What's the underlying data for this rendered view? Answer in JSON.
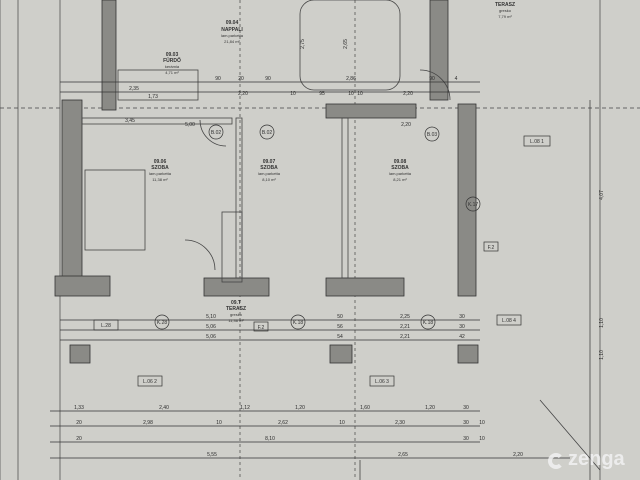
{
  "rooms": [
    {
      "id": "09.04",
      "name": "NAPPALI",
      "floor": "lam.parketta",
      "area": "21,84 m²"
    },
    {
      "id": "09.06",
      "name": "SZOBA",
      "floor": "lam.parketta",
      "area": "11,38 m²"
    },
    {
      "id": "09.07",
      "name": "SZOBA",
      "floor": "lam.parketta",
      "area": "8,10 m²"
    },
    {
      "id": "09.08",
      "name": "SZOBA",
      "floor": "lam.parketta",
      "area": "8,21 m²"
    },
    {
      "id": "09.T",
      "name": "TERASZ",
      "floor": "gresko",
      "area": "11,36 m²"
    },
    {
      "id": "",
      "name": "TERASZ",
      "floor": "gresko",
      "area": "7,79 m²"
    },
    {
      "id": "09.03",
      "name": "FÜRDŐ",
      "floor": "kerámia",
      "area": "4,71 m²"
    }
  ],
  "tags": [
    "L.08 1",
    "L.28",
    "L.08 4",
    "L.06 2",
    "L.06 3",
    "K.28",
    "K.18",
    "K.18",
    "K.17",
    "F.2",
    "F.2",
    "B.02",
    "B.02",
    "B.03"
  ],
  "dims_top": [
    "90",
    "20",
    "90",
    "2,86",
    "90",
    "4",
    "2,35",
    "1,73",
    "2,20",
    "10",
    "95",
    "10",
    "10",
    "2,20",
    "3,45",
    "5,00",
    "2,20"
  ],
  "dims_mid": [
    "5,10",
    "5,06",
    "5,06",
    "50",
    "56",
    "54",
    "2,25",
    "2,21",
    "2,21",
    "30",
    "30",
    "42"
  ],
  "dims_bottom": [
    [
      "1,33",
      "2,40",
      "1,12",
      "1,20",
      "1,60",
      "1,20",
      "30"
    ],
    [
      "20",
      "2,98",
      "10",
      "2,62",
      "10",
      "2,30",
      "30",
      "10"
    ],
    [
      "20",
      "8,10",
      "30",
      "10"
    ],
    [
      "5,55",
      "2,65",
      "2,20"
    ]
  ],
  "dims_right": [
    "4,07",
    "1,10",
    "1,10",
    "2,75",
    "2,65"
  ],
  "watermark": "zenga"
}
